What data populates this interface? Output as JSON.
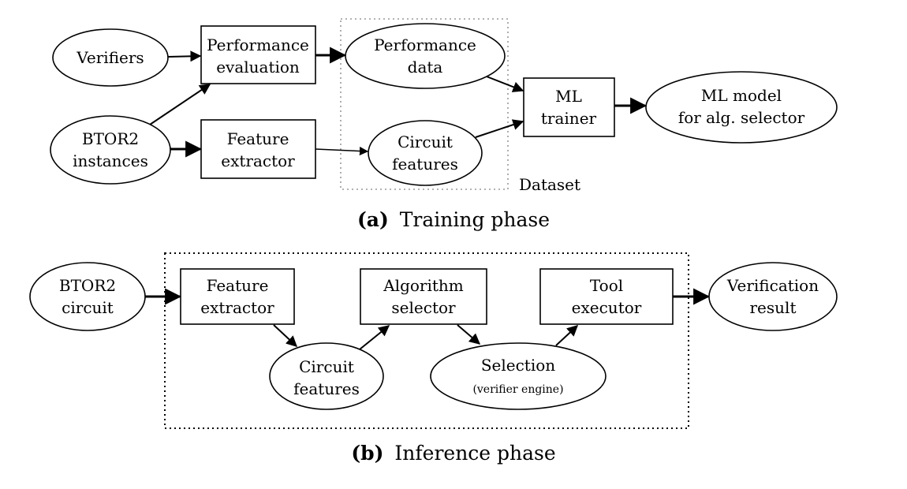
{
  "colors": {
    "accent_text": "#7a2583",
    "dataset_border": "#999999",
    "frame_border": "#000000"
  },
  "training": {
    "verifiers": "Verifiers",
    "perf_eval": [
      "Performance",
      "evaluation"
    ],
    "btor2_instances": [
      "BTOR2",
      "instances"
    ],
    "feature_extractor": [
      "Feature",
      "extractor"
    ],
    "perf_data": [
      "Performance",
      "data"
    ],
    "circuit_features": [
      "Circuit",
      "features"
    ],
    "ml_trainer": [
      "ML",
      "trainer"
    ],
    "ml_model": [
      "ML model",
      "for alg. selector"
    ],
    "dataset_label": "Dataset",
    "caption_label": "(a)",
    "caption_text": "Training phase"
  },
  "inference": {
    "btor2_circuit": [
      "BTOR2",
      "circuit"
    ],
    "feature_extractor": [
      "Feature",
      "extractor"
    ],
    "algorithm_selector": [
      "Algorithm",
      "selector"
    ],
    "tool_executor": [
      "Tool",
      "executor"
    ],
    "circuit_features": [
      "Circuit",
      "features"
    ],
    "selection": "Selection",
    "selection_sub": "(verifier engine)",
    "verification_result": [
      "Verification",
      "result"
    ],
    "caption_label": "(b)",
    "caption_text": "Inference phase"
  }
}
